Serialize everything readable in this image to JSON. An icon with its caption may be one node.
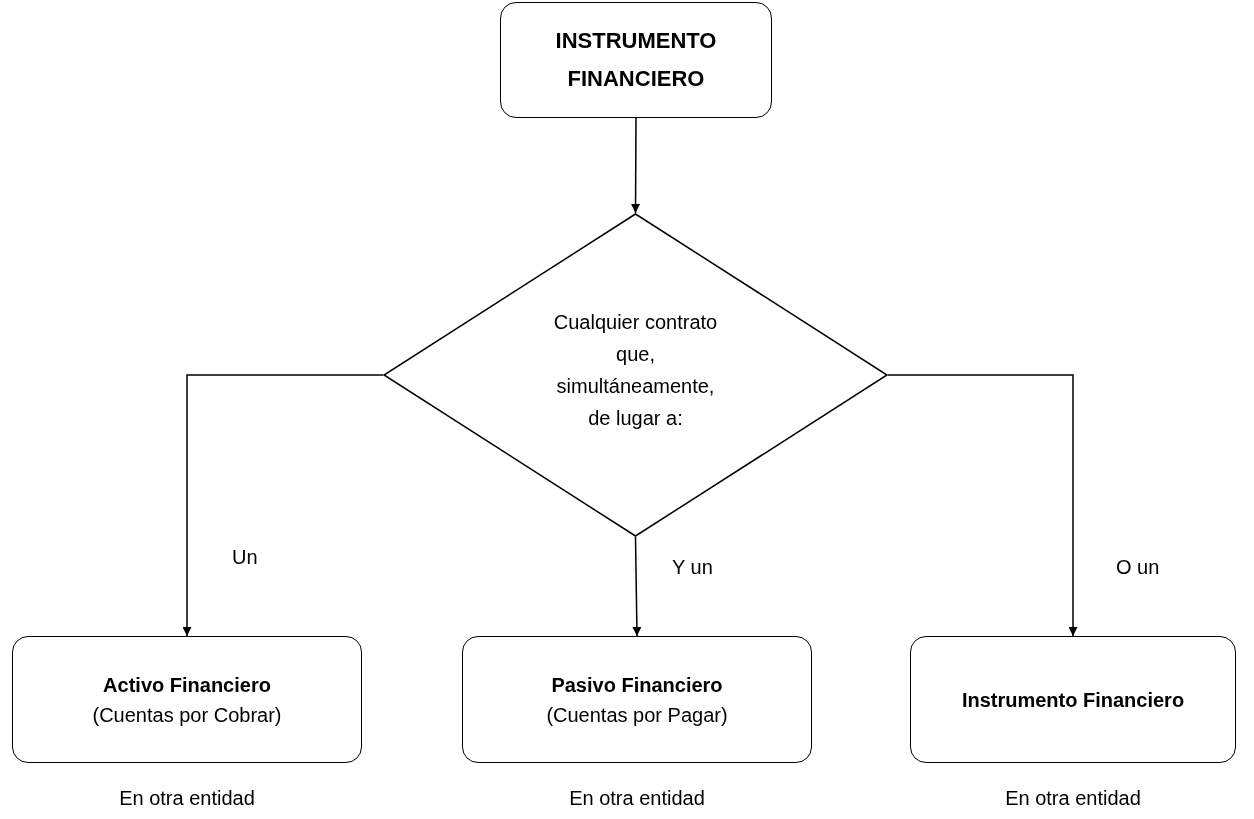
{
  "diagram": {
    "nodes": [
      {
        "text": [
          "INSTRUMENTO FINANCIERO"
        ]
      },
      {
        "text": [
          "Cualquier contrato que, simultáneamente, de lugar a:"
        ]
      },
      {
        "text": [
          "Activo Financiero",
          "(Cuentas por Cobrar)"
        ],
        "beside": [
          "En otra entidad"
        ]
      },
      {
        "text": [
          "Pasivo Financiero",
          "(Cuentas por Pagar)"
        ],
        "beside": [
          "En otra entidad"
        ]
      },
      {
        "text": [
          "Instrumento Financiero"
        ],
        "beside": [
          "En otra entidad"
        ]
      }
    ],
    "edges": [
      {
        "from": 0,
        "to": 1,
        "arrow": "to"
      },
      {
        "from": 1,
        "to": 2,
        "arrow": "to",
        "label": "Un"
      },
      {
        "from": 1,
        "to": 3,
        "arrow": "to",
        "label": "Y un"
      },
      {
        "from": 1,
        "to": 4,
        "arrow": "to",
        "label": "O un"
      }
    ]
  }
}
